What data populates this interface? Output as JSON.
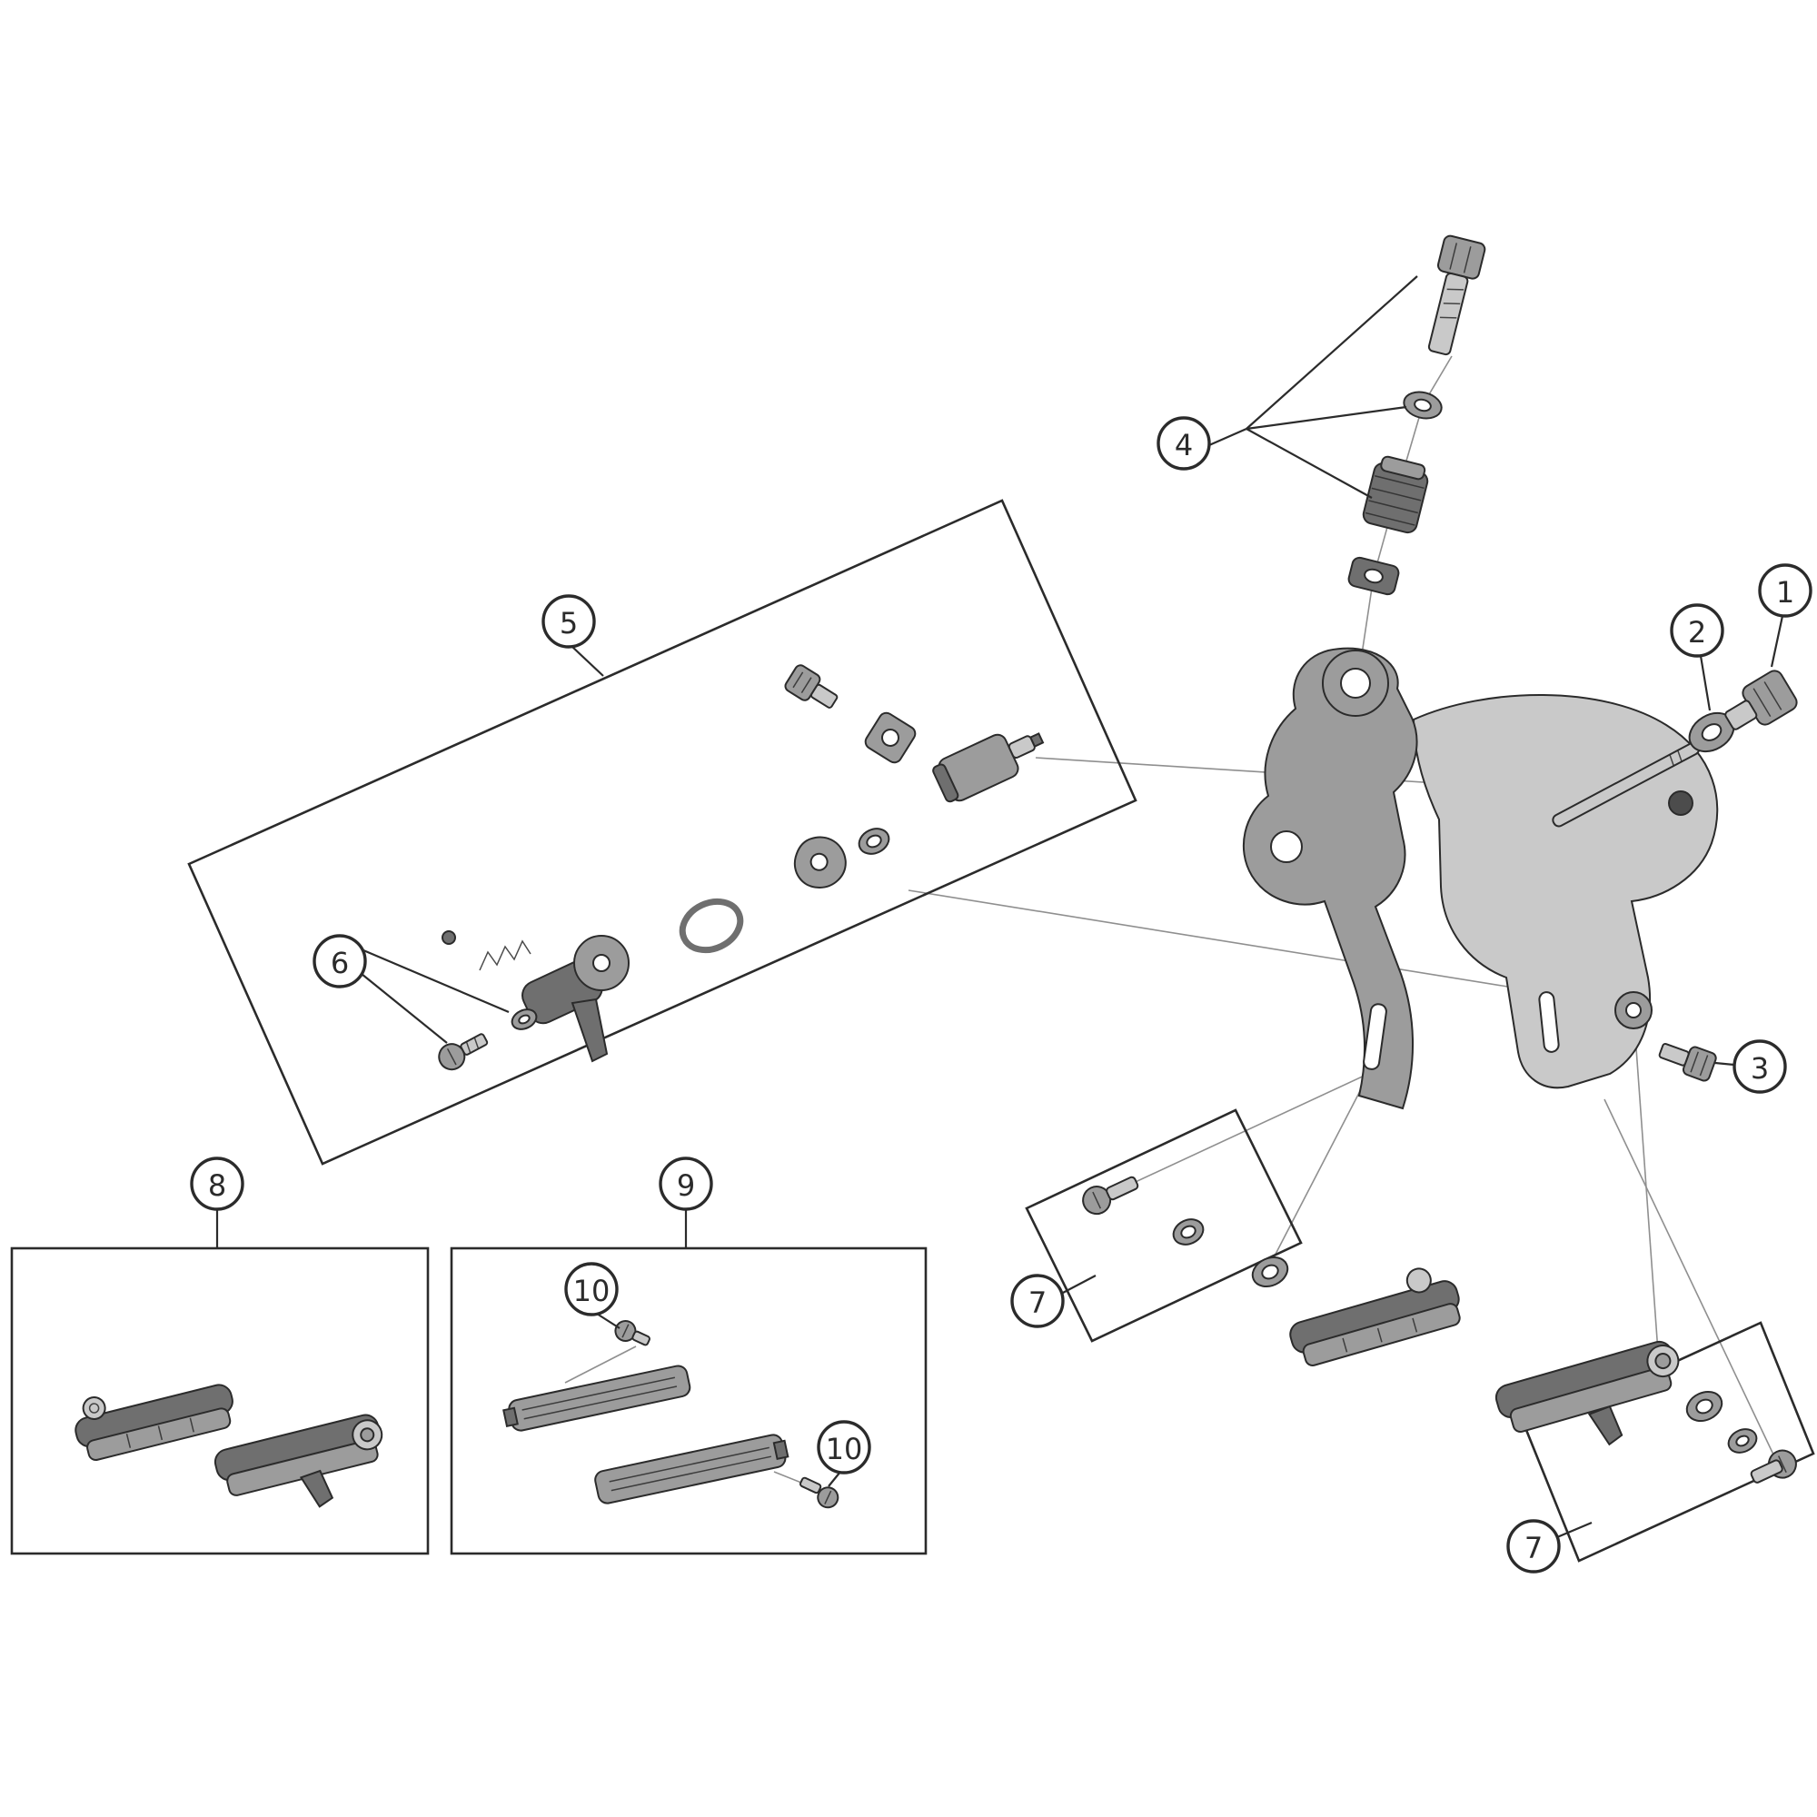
{
  "callouts": {
    "c1": "1",
    "c2": "2",
    "c3": "3",
    "c4": "4",
    "c5": "5",
    "c6": "6",
    "c7a": "7",
    "c7b": "7",
    "c8": "8",
    "c9": "9",
    "c10a": "10",
    "c10b": "10"
  },
  "colors": {
    "bg": "#ffffff",
    "edge": "#2b2b2b",
    "line": "#2b2b2b",
    "thin": "#8f8f8f",
    "part-dark": "#6f6f6f",
    "part-mid": "#9c9c9c",
    "part-light": "#c9c9c9",
    "deep": "#4c4c4c"
  }
}
